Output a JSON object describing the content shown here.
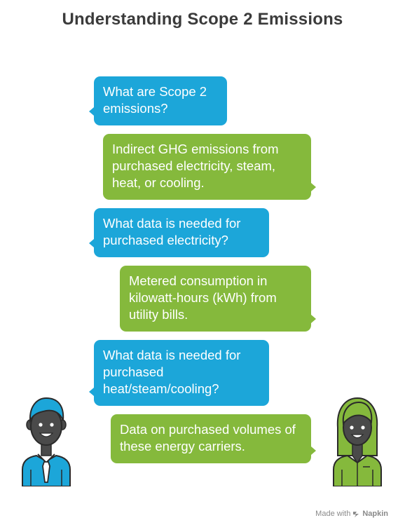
{
  "title": "Understanding Scope 2 Emissions",
  "colors": {
    "question": "#1ca6d9",
    "answer": "#85b93c",
    "title": "#3b3b3b",
    "skin": "#4a4a4a"
  },
  "messages": [
    {
      "role": "question",
      "text": "What are Scope 2 emissions?"
    },
    {
      "role": "answer",
      "text": "Indirect GHG emissions from purchased electricity, steam, heat, or cooling."
    },
    {
      "role": "question",
      "text": "What data is needed for purchased electricity?"
    },
    {
      "role": "answer",
      "text": "Metered consumption in kilowatt-hours (kWh) from utility bills."
    },
    {
      "role": "question",
      "text": "What data is needed for purchased heat/steam/cooling?"
    },
    {
      "role": "answer",
      "text": "Data on purchased volumes of these energy carriers."
    }
  ],
  "avatars": {
    "left": {
      "icon": "man-avatar-icon",
      "color": "#1ca6d9"
    },
    "right": {
      "icon": "woman-avatar-icon",
      "color": "#85b93c"
    }
  },
  "footer": {
    "made_with": "Made with",
    "brand": "Napkin",
    "logo_icon": "napkin-logo-icon"
  }
}
